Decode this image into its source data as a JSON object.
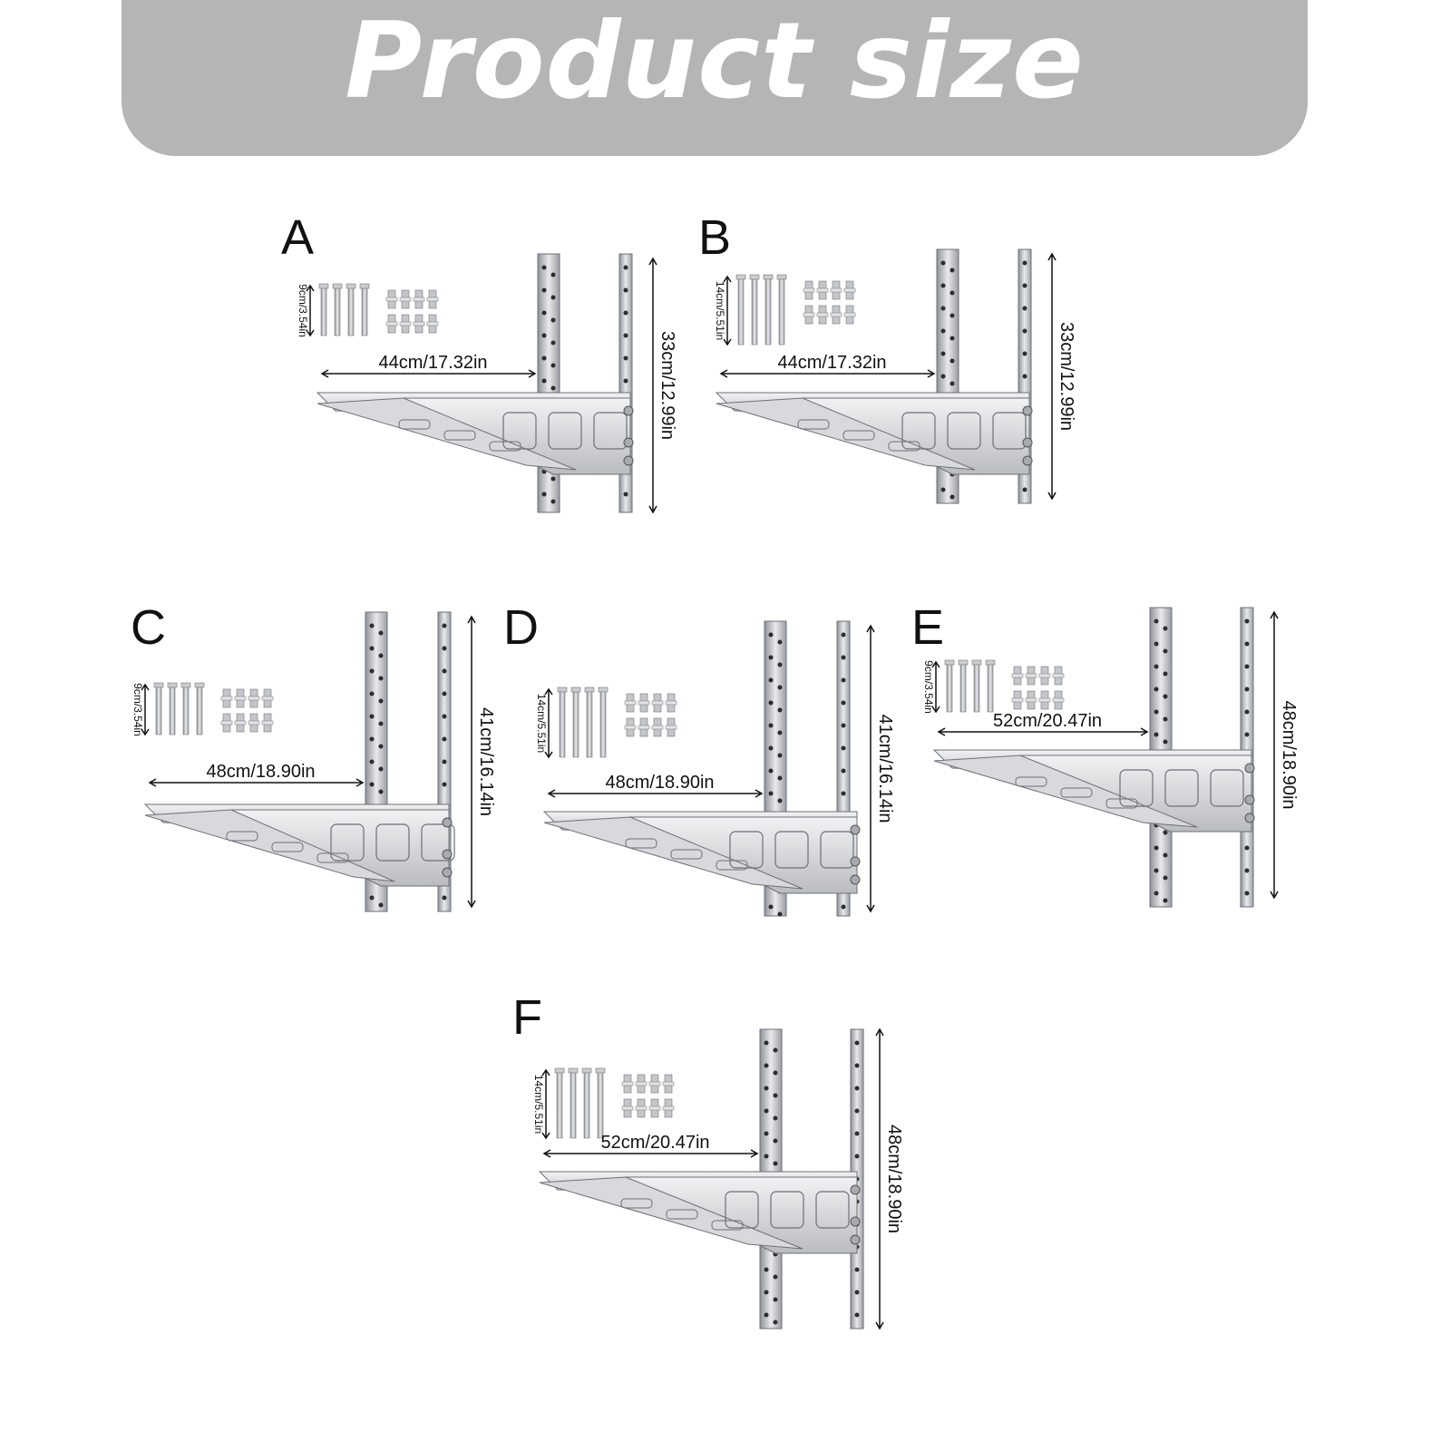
{
  "header": {
    "title": "Product size"
  },
  "variants": [
    {
      "letter": "A",
      "screw_length": "9cm/3.54in",
      "arm_length": "44cm/17.32in",
      "height": "33cm/12.99in"
    },
    {
      "letter": "B",
      "screw_length": "14cm/5.51in",
      "arm_length": "44cm/17.32in",
      "height": "33cm/12.99in"
    },
    {
      "letter": "C",
      "screw_length": "9cm/3.54in",
      "arm_length": "48cm/18.90in",
      "height": "41cm/16.14in"
    },
    {
      "letter": "D",
      "screw_length": "14cm/5.51in",
      "arm_length": "48cm/18.90in",
      "height": "41cm/16.14in"
    },
    {
      "letter": "E",
      "screw_length": "9cm/3.54in",
      "arm_length": "52cm/20.47in",
      "height": "48cm/18.90in"
    },
    {
      "letter": "F",
      "screw_length": "14cm/5.51in",
      "arm_length": "52cm/20.47in",
      "height": "48cm/18.90in"
    }
  ]
}
